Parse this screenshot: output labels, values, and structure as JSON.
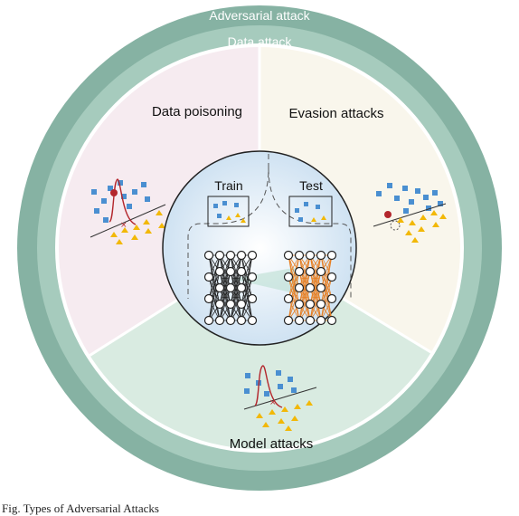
{
  "labels": {
    "adversarial_attack": "Adversarial attack",
    "data_attack": "Data attack",
    "data_poisoning": "Data poisoning",
    "evasion_attacks": "Evasion attacks",
    "model_attacks": "Model attacks",
    "train": "Train",
    "test": "Test"
  },
  "caption": "Fig. Types of Adversarial Attacks",
  "colors": {
    "outer_ring": "#86b2a3",
    "middle_ring": "#a6cbbd",
    "white_ring": "#ffffff",
    "poisoning_sector": "#f6ebf0",
    "evasion_sector": "#f9f6ec",
    "model_sector": "#d9ebe1",
    "center_circle": "#d4e6f3",
    "square_marker": "#4a8fd1",
    "triangle_marker": "#f2b807",
    "curve": "#b3262c",
    "network_plain": "#222222",
    "network_attacked": "#e67e22"
  }
}
